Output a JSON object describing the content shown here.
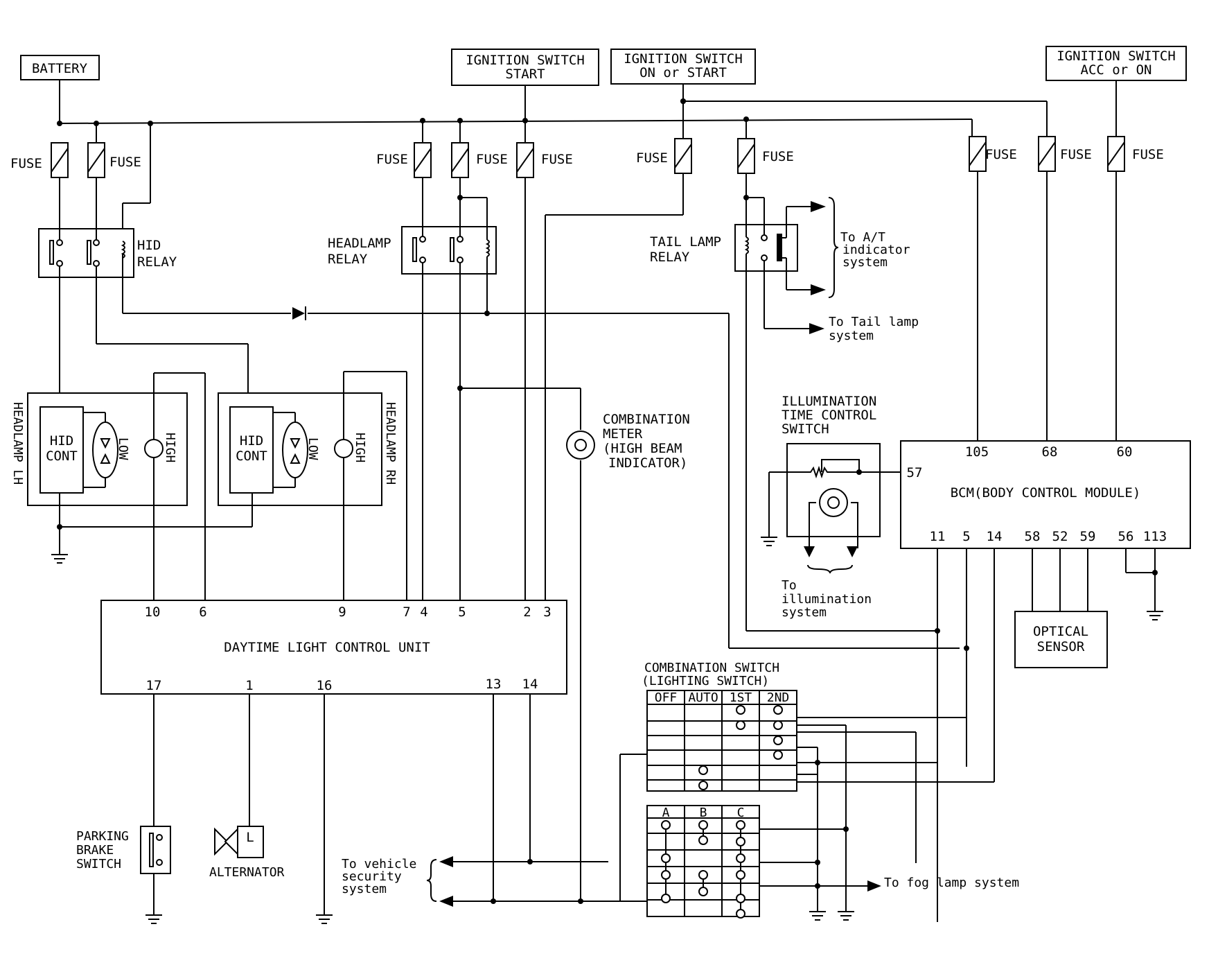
{
  "sources": {
    "battery": "BATTERY",
    "ign_start_l1": "IGNITION SWITCH",
    "ign_start_l2": "START",
    "ign_on_l1": "IGNITION SWITCH",
    "ign_on_l2": "ON or START",
    "ign_acc_l1": "IGNITION SWITCH",
    "ign_acc_l2": "ACC or ON"
  },
  "fuse_label": "FUSE",
  "relays": {
    "hid_l1": "HID",
    "hid_l2": "RELAY",
    "headlamp_l1": "HEADLAMP",
    "headlamp_l2": "RELAY",
    "tail_l1": "TAIL LAMP",
    "tail_l2": "RELAY"
  },
  "headlamps": {
    "lh": "HEADLAMP LH",
    "rh": "HEADLAMP RH",
    "cont_l1": "HID",
    "cont_l2": "CONT",
    "low": "LOW",
    "high": "HIGH"
  },
  "meter": {
    "l1": "COMBINATION",
    "l2": "METER",
    "l3": "(HIGH BEAM",
    "l4": "INDICATOR)"
  },
  "notes": {
    "at_l1": "To A/T",
    "at_l2": "indicator",
    "at_l3": "system",
    "tail_l1": "To Tail lamp",
    "tail_l2": "system",
    "illum_l1": "To",
    "illum_l2": "illumination",
    "illum_l3": "system",
    "vehicle_l1": "To vehicle",
    "vehicle_l2": "security",
    "vehicle_l3": "system",
    "fog": "To fog lamp system"
  },
  "illum_switch": {
    "l1": "ILLUMINATION",
    "l2": "TIME CONTROL",
    "l3": "SWITCH"
  },
  "bcm": {
    "title": "BCM(BODY CONTROL MODULE)",
    "pins": [
      "105",
      "68",
      "60",
      "57",
      "11",
      "5",
      "14",
      "58",
      "52",
      "59",
      "56",
      "113"
    ]
  },
  "optical": {
    "l1": "OPTICAL",
    "l2": "SENSOR"
  },
  "dlcu": {
    "title": "DAYTIME LIGHT CONTROL UNIT",
    "pins": [
      "10",
      "6",
      "9",
      "7",
      "4",
      "5",
      "2",
      "3",
      "17",
      "1",
      "16",
      "13",
      "14"
    ]
  },
  "combo_switch": {
    "l1": "COMBINATION SWITCH",
    "l2": "(LIGHTING SWITCH)",
    "cols": [
      "OFF",
      "AUTO",
      "1ST",
      "2ND"
    ],
    "cols2": [
      "A",
      "B",
      "C"
    ]
  },
  "parking": {
    "l1": "PARKING",
    "l2": "BRAKE",
    "l3": "SWITCH"
  },
  "alternator": {
    "label": "ALTERNATOR",
    "symbol": "L"
  }
}
